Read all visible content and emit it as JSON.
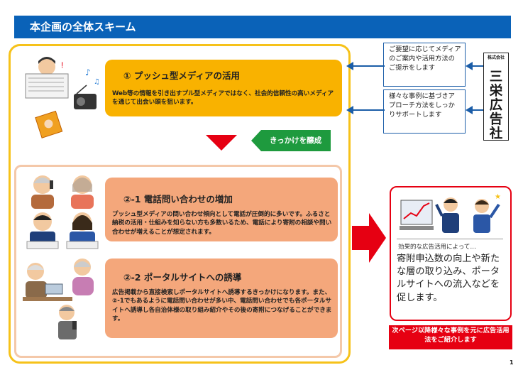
{
  "header": {
    "title": "本企画の全体スキーム"
  },
  "push_media": {
    "title": "① プッシュ型メディアの活用",
    "body": "Web等の情報を引き出すプル型メディアではなく、社会的信頼性の高いメディアを通じて出会い頭を狙います。"
  },
  "trigger": {
    "label": "きっかけを醸成"
  },
  "phone": {
    "title": "②-1 電話問い合わせの増加",
    "body": "プッシュ型メディアの問い合わせ傾向として電話が圧倒的に多いです。ふるさと納税の活用・仕組みを知らない方も多数いるため、電話により寄附の相談や問い合わせが増えることが想定されます。"
  },
  "portal": {
    "title": "②-2 ポータルサイトへの誘導",
    "body": "広告掲載から直接検索しポータルサイトへ誘導するきっかけになります。また、②-1でもあるように電話問い合わせが多い中、電話問い合わせでも各ポータルサイトへ誘導し各自治体様の取り組み紹介やその後の寄附につなげることができます。"
  },
  "support": {
    "proposal": "ご要望に応じてメディアのご案内や活用方法のご提示をします",
    "follow": "様々な事例に基づきアプローチ方法をしっかりサポートします"
  },
  "company": {
    "type": "株式会社",
    "name": "三栄広告社"
  },
  "effect": {
    "caption": "効果的な広告活用によって…",
    "message": "寄附申込数の向上や新たな層の取り込み、ポータルサイトへの流入などを促します。"
  },
  "note": {
    "text": "次ページ以降様々な事例を元に広告活用法をご紹介します"
  },
  "page": {
    "number": "1"
  },
  "colors": {
    "header_blue": "#0a62b8",
    "frame_yellow": "#f6c21a",
    "box_orange": "#f9b200",
    "box_salmon": "#f4a77b",
    "accent_red": "#e60012",
    "trigger_green": "#1e9a3e",
    "support_blue": "#1b5da8"
  }
}
